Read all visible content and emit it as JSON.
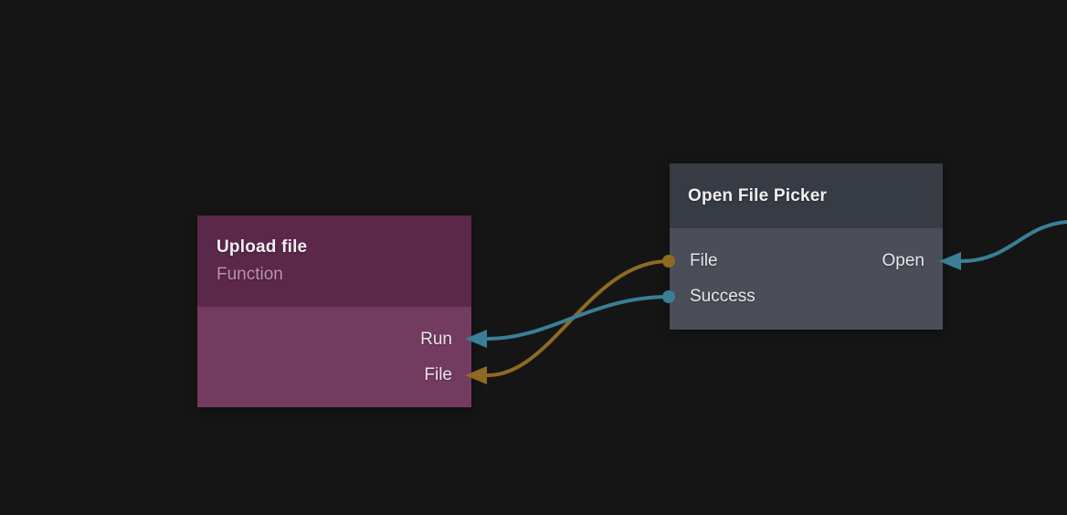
{
  "canvas": {
    "background": "#151515"
  },
  "colors": {
    "teal_wire": "#3a7f96",
    "gold_wire": "#8d6b22",
    "upload_header": "#5c2849",
    "upload_body": "#743b60",
    "picker_header": "#373b44",
    "picker_body": "#4b4e58",
    "title_text": "#f0eef1",
    "subtitle_text": "#bb93ae",
    "port_label_text": "#e7e6e9"
  },
  "nodes": {
    "upload": {
      "title": "Upload file",
      "subtitle": "Function",
      "inputs": [
        {
          "label": "Run",
          "wire_color": "#3a7f96"
        },
        {
          "label": "File",
          "wire_color": "#8d6b22"
        }
      ]
    },
    "picker": {
      "title": "Open File Picker",
      "outputs": [
        {
          "label": "File",
          "port_color": "#8d6b22"
        },
        {
          "label": "Success",
          "port_color": "#3a7f96"
        }
      ],
      "inputs": [
        {
          "label": "Open",
          "wire_color": "#3a7f96"
        }
      ]
    }
  },
  "connections": [
    {
      "from": "Open File Picker.File",
      "to": "Upload file.File",
      "color": "#8d6b22"
    },
    {
      "from": "Open File Picker.Success",
      "to": "Upload file.Run",
      "color": "#3a7f96"
    },
    {
      "from": "offscreen-right",
      "to": "Open File Picker.Open",
      "color": "#3a7f96"
    }
  ]
}
